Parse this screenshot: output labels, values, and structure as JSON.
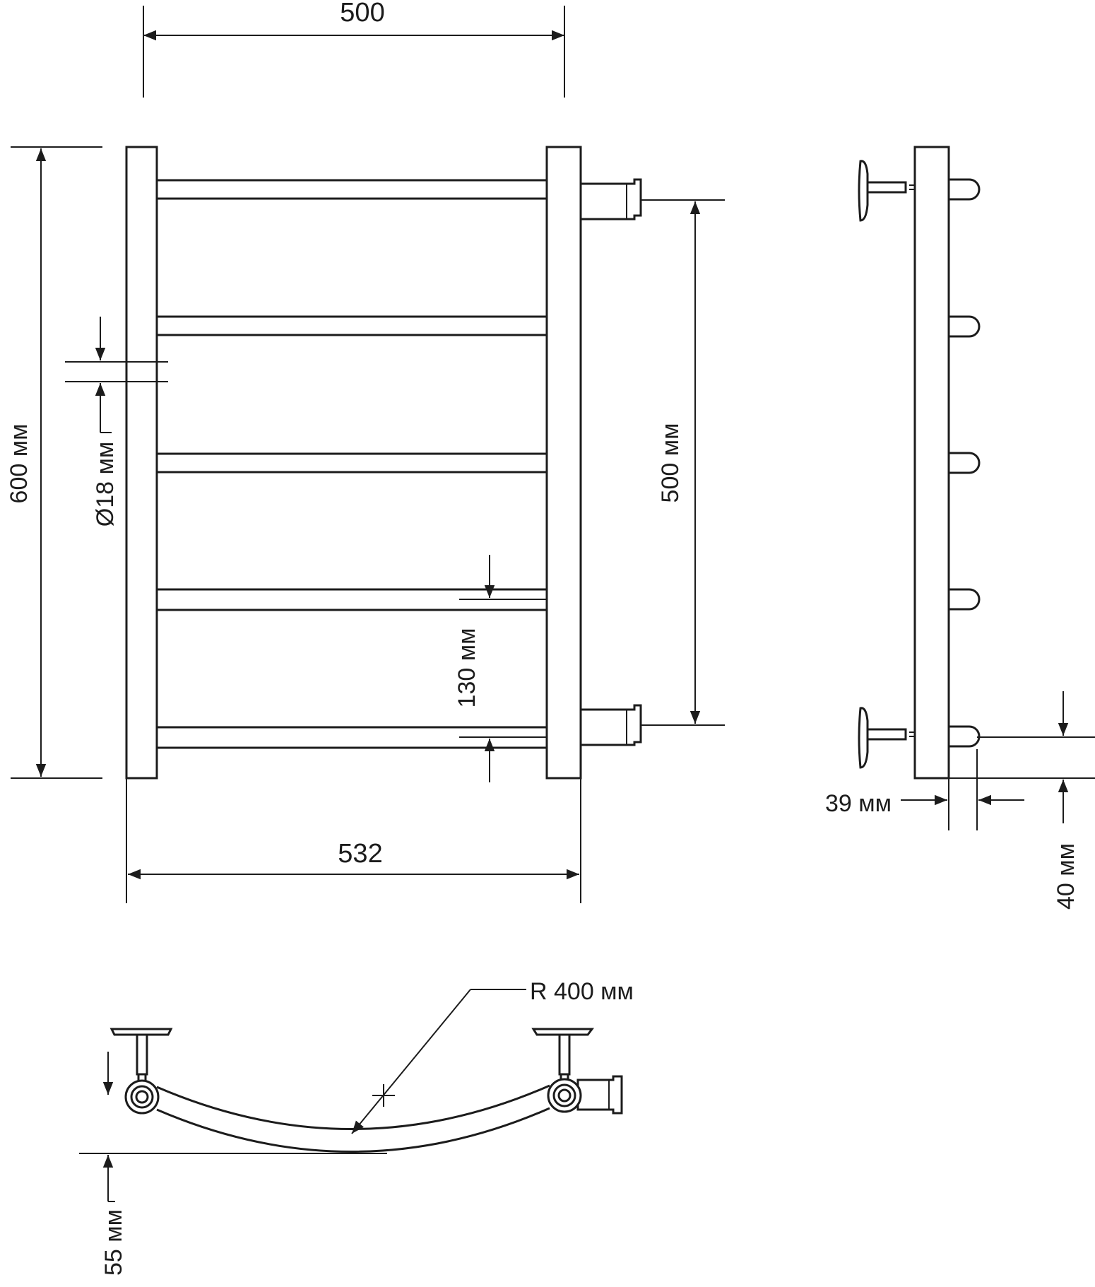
{
  "front_view": {
    "top_width": "500",
    "bottom_width": "532",
    "height": "600 мм",
    "tube_diameter": "Ø18 мм",
    "connection_distance": "500 мм",
    "rung_spacing": "130 мм"
  },
  "side_view": {
    "depth_offset": "39 мм",
    "bottom_offset": "40 мм"
  },
  "top_view": {
    "radius": "R 400 мм",
    "wall_offset": "55 мм"
  },
  "colors": {
    "line": "#1c1c1c",
    "background": "#ffffff"
  }
}
